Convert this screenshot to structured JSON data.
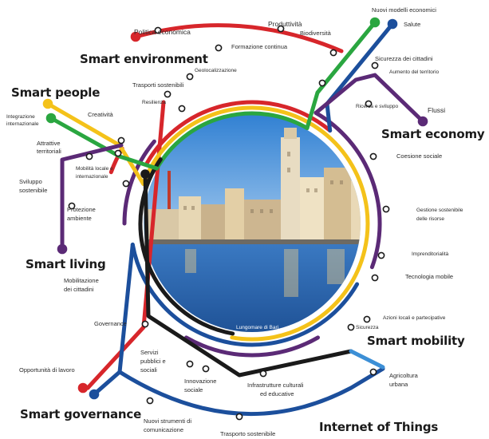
{
  "categories": {
    "smart_environment": "Smart environment",
    "smart_people": "Smart people",
    "smart_economy": "Smart economy",
    "smart_living": "Smart living",
    "smart_mobility": "Smart mobility",
    "smart_governance": "Smart governance",
    "internet_of_things": "Internet of Things"
  },
  "labels": {
    "politica_economica": "Politica economica",
    "produttivita": "Produttività",
    "biodiversita": "Biodiversità",
    "formazione_continua": "Formazione continua",
    "nuovi_modelli": "Nuovi modelli economici",
    "salute": "Salute",
    "sicurezza_cittadini": "Sicurezza dei cittadini",
    "aumento_territorio": "Aumento del territorio",
    "geolocalizzazione": "Geolocalizzazione",
    "trasporti_sostenibili": "Trasporti sostenibili",
    "resilienza": "Resilienza",
    "ricerca_sviluppo": "Ricerca e sviluppo",
    "flussi": "Flussi",
    "integrazione_l1": "Integrazione",
    "integrazione_l2": "internazionale",
    "creativita": "Creatività",
    "attrattive_l1": "Attrattive",
    "attrattive_l2": "territoriali",
    "coesione_sociale": "Coesione sociale",
    "mobilita_l1": "Mobilità locale e",
    "mobilita_l2": "internazionale",
    "sviluppo_l1": "Sviluppo",
    "sviluppo_l2": "sostenibile",
    "protezione_l1": "Protezione",
    "protezione_l2": "ambiente",
    "gestione_l1": "Gestione sostenibile",
    "gestione_l2": "delle risorse",
    "imprenditorialita": "Imprenditorialità",
    "mobilitazione_l1": "Mobilitazione",
    "mobilitazione_l2": "dei cittadini",
    "tecnologia_mobile": "Tecnologia mobile",
    "azioni_locali": "Azioni locali e partecipative",
    "governance": "Governance",
    "sicurezza": "Sicurezza",
    "servizi_l1": "Servizi",
    "servizi_l2": "pubblici e",
    "servizi_l3": "sociali",
    "opportunita_lavoro": "Opportunità di lavoro",
    "innovazione_l1": "Innovazione",
    "innovazione_l2": "sociale",
    "infrastrutture_l1": "Infrastrutture culturali",
    "infrastrutture_l2": "ed educative",
    "agricoltura_l1": "Agricoltura",
    "agricoltura_l2": "urbana",
    "nuovi_strumenti_l1": "Nuovi strumenti di",
    "nuovi_strumenti_l2": "comunicazione",
    "trasporto_sostenibile": "Trasporto sostenibile"
  },
  "photo_caption": "Lungomare di Bari",
  "colors": {
    "red": "#d7262b",
    "orange": "#f29b1c",
    "yellow": "#f4c21a",
    "green": "#2aa640",
    "purple": "#5b2a76",
    "black": "#1a1a1a",
    "blue": "#1c4f9c",
    "sky": "#3c8fd6",
    "sea": "#2f71b9"
  }
}
